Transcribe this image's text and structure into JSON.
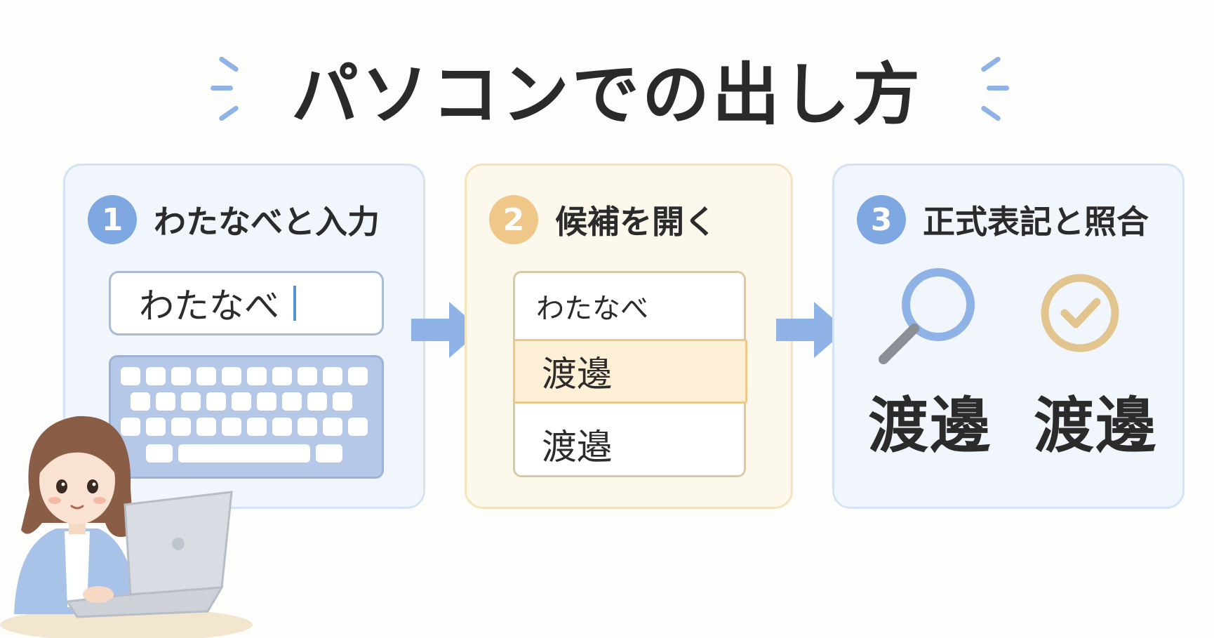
{
  "title": "パソコンでの出し方",
  "colors": {
    "accent_blue": "#7fa7e1",
    "accent_gold": "#eec789",
    "panel_blue_bg": "#f1f6fd",
    "panel_gold_bg": "#fdf8ec",
    "highlight": "#fdf0d6"
  },
  "steps": [
    {
      "number": "1",
      "label": "わたなべと入力",
      "input_value": "わたなべ"
    },
    {
      "number": "2",
      "label": "候補を開く",
      "candidates": {
        "input": "わたなべ",
        "selected": "渡邊",
        "other": "渡邉"
      }
    },
    {
      "number": "3",
      "label": "正式表記と照合",
      "icons": [
        "magnifier-icon",
        "check-circle-icon"
      ],
      "compare_left": "渡邊",
      "compare_right": "渡邊"
    }
  ]
}
